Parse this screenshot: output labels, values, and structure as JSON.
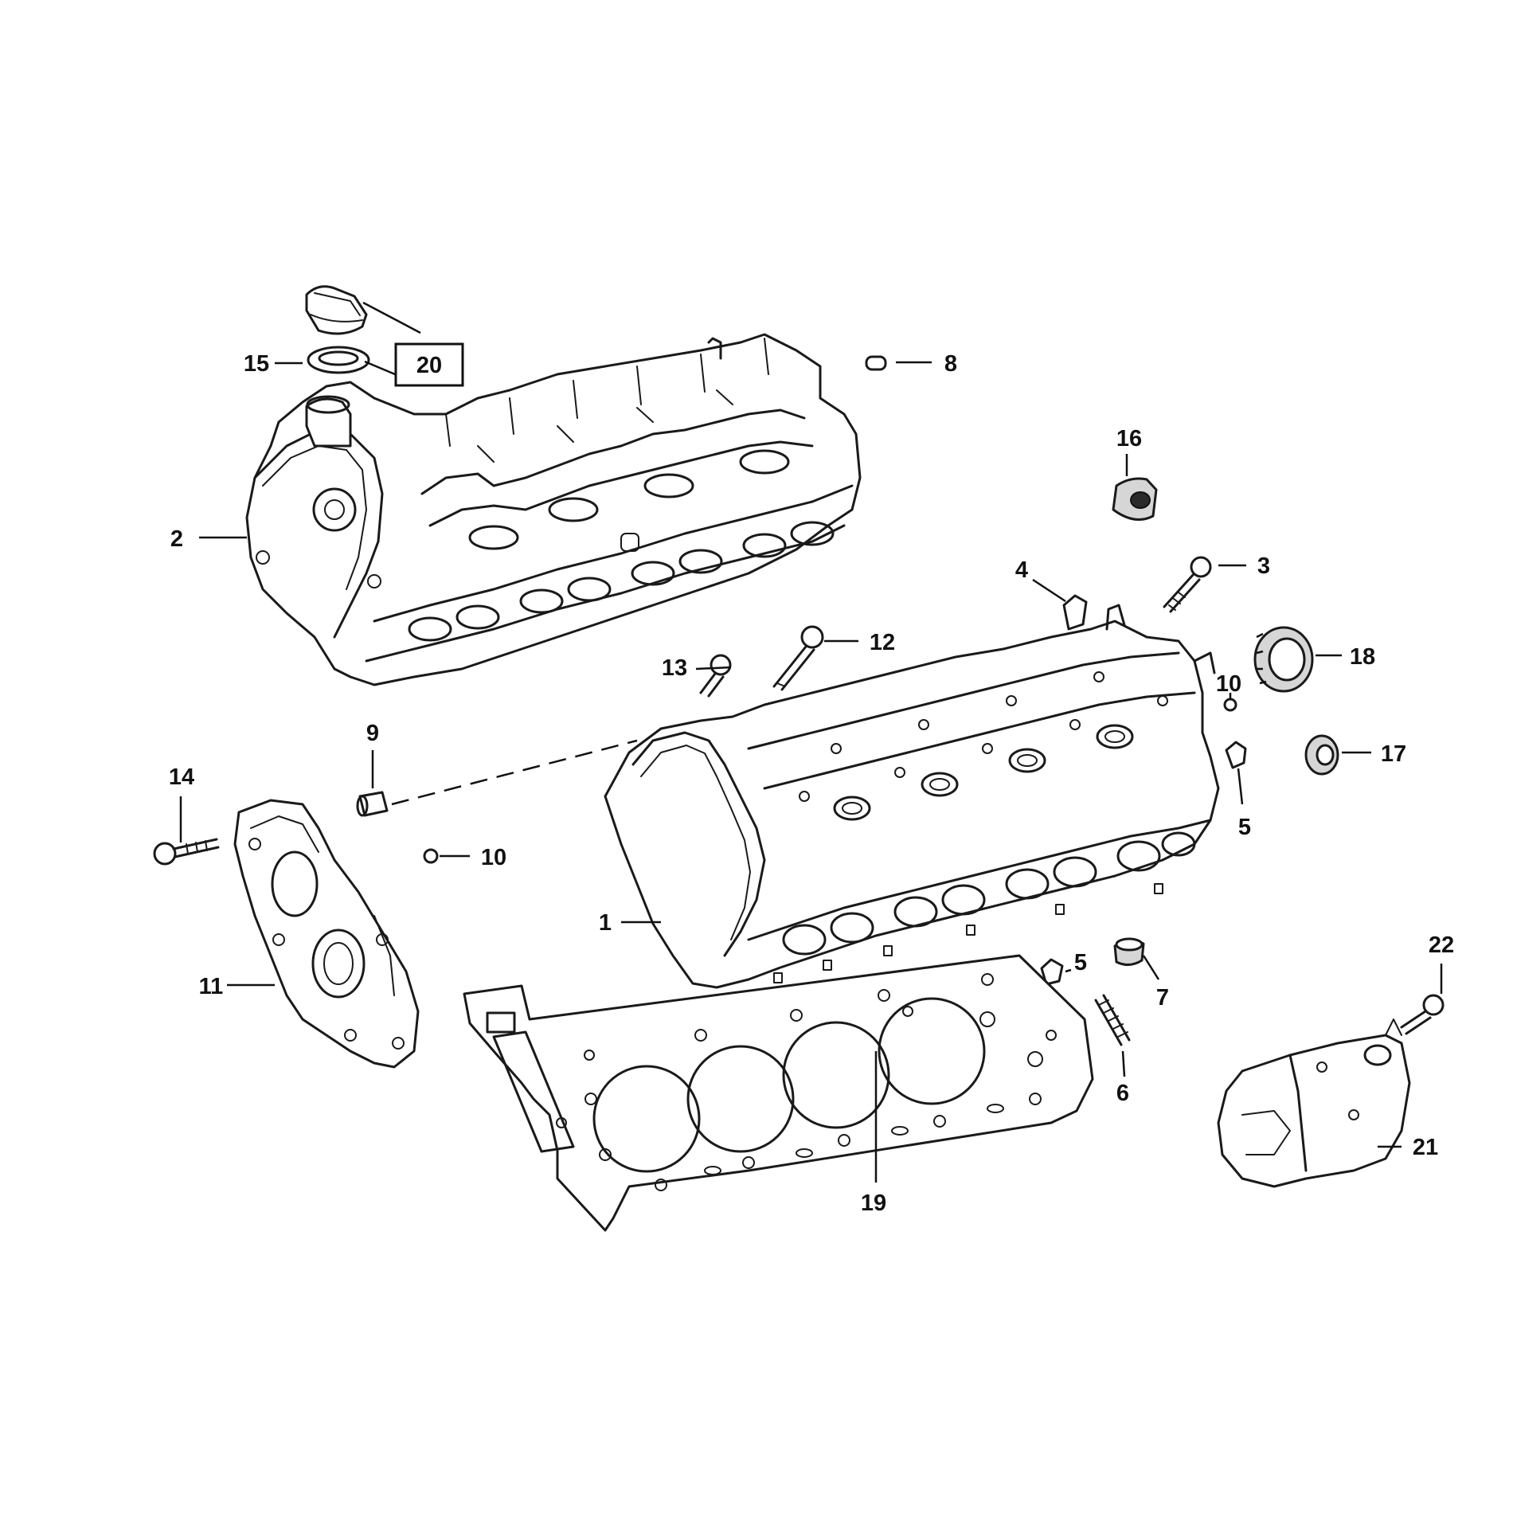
{
  "callouts": [
    {
      "id": "c1",
      "text": "1"
    },
    {
      "id": "c2",
      "text": "2"
    },
    {
      "id": "c3",
      "text": "3"
    },
    {
      "id": "c4",
      "text": "4"
    },
    {
      "id": "c5a",
      "text": "5"
    },
    {
      "id": "c5b",
      "text": "5"
    },
    {
      "id": "c6",
      "text": "6"
    },
    {
      "id": "c7",
      "text": "7"
    },
    {
      "id": "c8",
      "text": "8"
    },
    {
      "id": "c9",
      "text": "9"
    },
    {
      "id": "c10a",
      "text": "10"
    },
    {
      "id": "c10b",
      "text": "10"
    },
    {
      "id": "c11",
      "text": "11"
    },
    {
      "id": "c12",
      "text": "12"
    },
    {
      "id": "c13",
      "text": "13"
    },
    {
      "id": "c14",
      "text": "14"
    },
    {
      "id": "c15",
      "text": "15"
    },
    {
      "id": "c16",
      "text": "16"
    },
    {
      "id": "c17",
      "text": "17"
    },
    {
      "id": "c18",
      "text": "18"
    },
    {
      "id": "c19",
      "text": "19"
    },
    {
      "id": "c20",
      "text": "20"
    },
    {
      "id": "c21",
      "text": "21"
    },
    {
      "id": "c22",
      "text": "22"
    }
  ]
}
